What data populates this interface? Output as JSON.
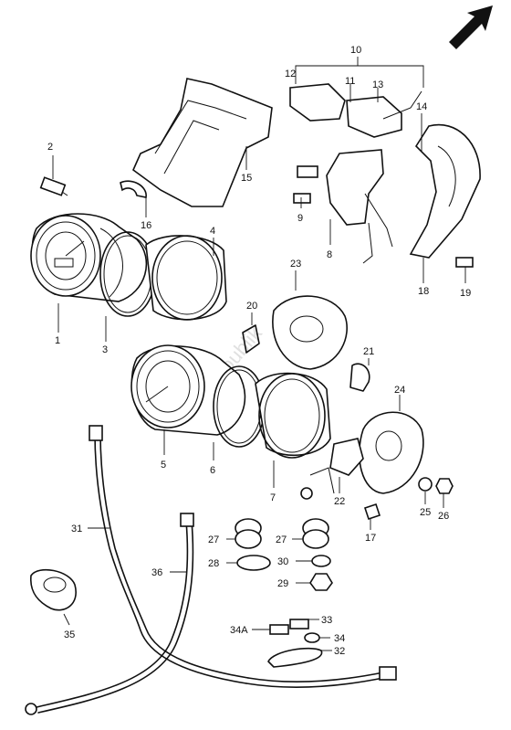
{
  "watermark": "PartsRepublik",
  "callouts": {
    "c1": "1",
    "c2": "2",
    "c3": "3",
    "c4": "4",
    "c5": "5",
    "c6": "6",
    "c7": "7",
    "c8": "8",
    "c9": "9",
    "c10": "10",
    "c11": "11",
    "c12": "12",
    "c13": "13",
    "c14": "14",
    "c15": "15",
    "c16": "16",
    "c17": "17",
    "c18": "18",
    "c19": "19",
    "c20": "20",
    "c21": "21",
    "c22": "22",
    "c23": "23",
    "c24": "24",
    "c25": "25",
    "c26": "26",
    "c27a": "27",
    "c27b": "27",
    "c28": "28",
    "c29": "29",
    "c30": "30",
    "c31": "31",
    "c32": "32",
    "c33": "33",
    "c34": "34",
    "c34a": "34A",
    "c35": "35",
    "c36": "36"
  },
  "icons": {
    "front_arrow": "front-arrow-icon"
  }
}
